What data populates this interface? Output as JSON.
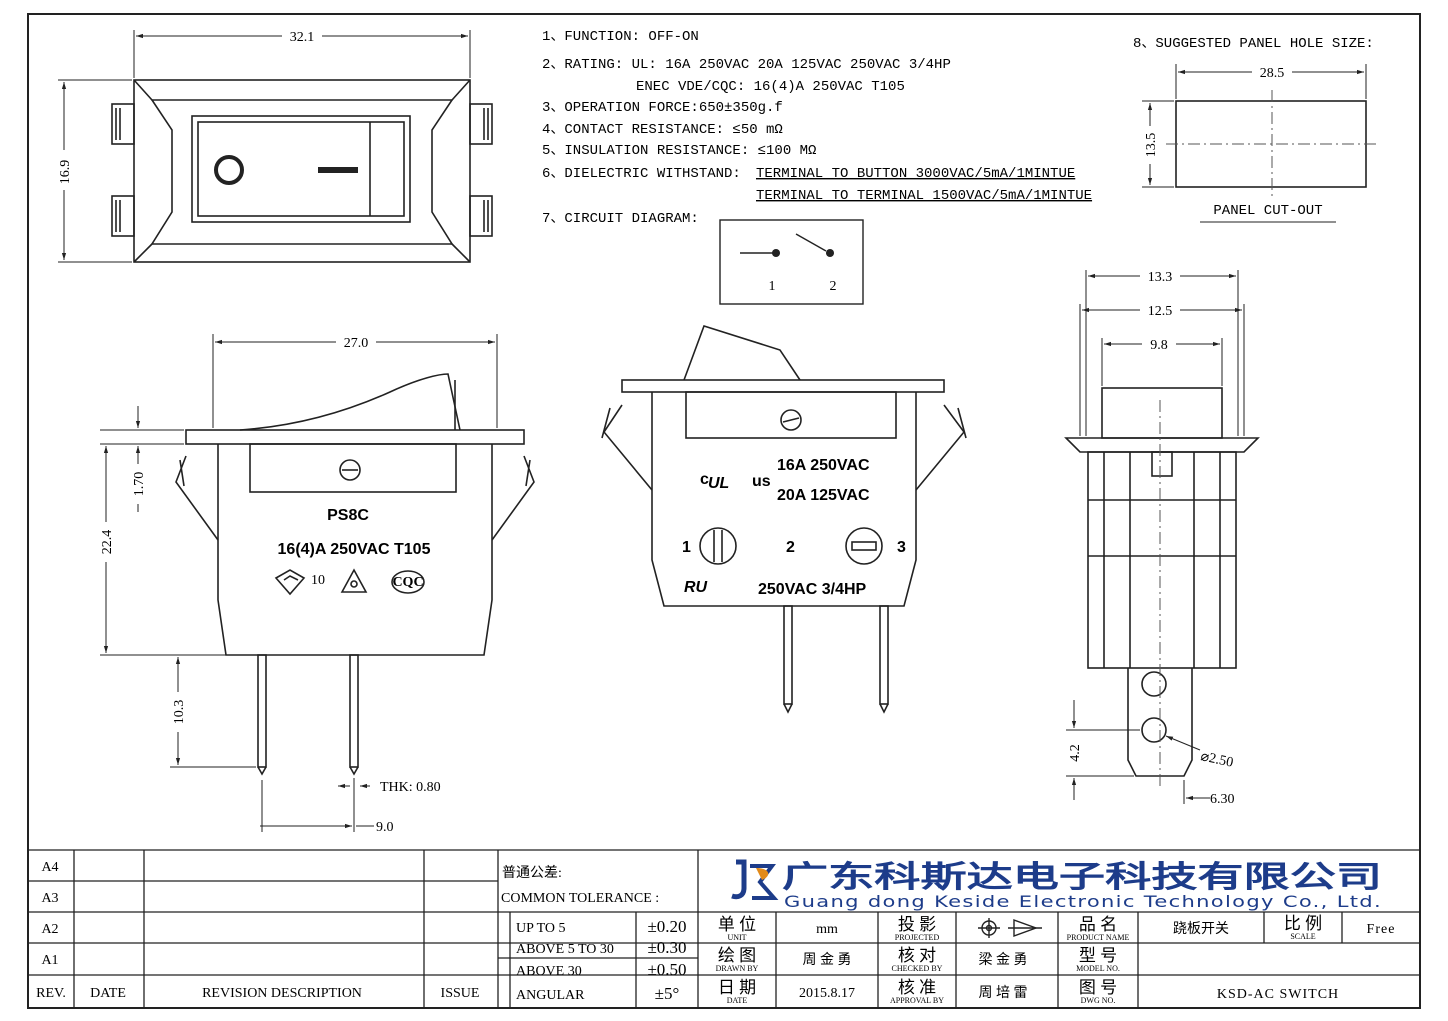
{
  "specs": {
    "l1": "1、FUNCTION:   OFF-ON",
    "l2": "2、RATING:   UL: 16A 250VAC    20A 125VAC   250VAC 3/4HP",
    "l2b": "ENEC VDE/CQC: 16(4)A 250VAC T105",
    "l3": "3、OPERATION FORCE:650±350g.f",
    "l4": "4、CONTACT RESISTANCE:   ≤50 mΩ",
    "l5": "5、INSULATION RESISTANCE:   ≤100 MΩ",
    "l6": "6、DIELECTRIC WITHSTAND:",
    "l6a": "TERMINAL TO BUTTON 3000VAC/5mA/1MINTUE",
    "l6b": "TERMINAL TO TERMINAL 1500VAC/5mA/1MINTUE",
    "l7": "7、CIRCUIT DIAGRAM:",
    "l8": "8、SUGGESTED PANEL HOLE SIZE:"
  },
  "circuit": {
    "t1": "1",
    "t2": "2"
  },
  "panel": {
    "w": "28.5",
    "h": "13.5",
    "caption": "PANEL CUT-OUT"
  },
  "top_view": {
    "w": "32.1",
    "h": "16.9"
  },
  "front_view": {
    "w": "27.0",
    "h1": "1.70",
    "h2": "22.4",
    "pin": "10.3",
    "thk": "THK: 0.80",
    "pitch": "9.0",
    "model": "PS8C",
    "rating": "16(4)A 250VAC T105",
    "mark_enec": "10",
    "mark_cqc": "CQC"
  },
  "rear_view": {
    "r1": "16A 250VAC",
    "r2": "20A 125VAC",
    "r3": "250VAC 3/4HP",
    "c": "c",
    "us": "us",
    "n1": "1",
    "n2": "2",
    "n3": "3"
  },
  "side_view": {
    "w1": "13.3",
    "w2": "12.5",
    "w3": "9.8",
    "h": "4.2",
    "hole": "⌀2.50",
    "t": "6.30"
  },
  "title_block": {
    "revs": [
      "A4",
      "A3",
      "A2",
      "A1"
    ],
    "rev": "REV.",
    "date": "DATE",
    "desc": "REVISION DESCRIPTION",
    "issue": "ISSUE",
    "tol_cn": "普通公差:",
    "tol_en": "COMMON TOLERANCE :",
    "tol": [
      {
        "range": "UP TO 5",
        "val": "±0.20"
      },
      {
        "range": "ABOVE 5 TO 30",
        "val": "±0.30"
      },
      {
        "range": "ABOVE 30",
        "val": "±0.50"
      },
      {
        "range": "ANGULAR",
        "val": "±5°"
      }
    ],
    "company_cn": "广东科斯达电子科技有限公司",
    "company_en": "Guang dong Keside  Electronic Technology Co., Ltd.",
    "unit_cn": "单 位",
    "unit_en": "UNIT",
    "unit_val": "mm",
    "proj_cn": "投 影",
    "proj_en": "PROJECTED",
    "pname_cn": "品 名",
    "pname_en": "PRODUCT NAME",
    "pname_val": "跷板开关",
    "scale_cn": "比 例",
    "scale_en": "SCALE",
    "scale_val": "Free",
    "drawn_cn": "绘 图",
    "drawn_en": "DRAWN BY",
    "drawn_val": "周 金 勇",
    "check_cn": "核 对",
    "check_en": "CHECKED BY",
    "check_val": "梁 金 勇",
    "model_cn": "型 号",
    "model_en": "MODEL NO.",
    "date_cn": "日 期",
    "date_en": "DATE",
    "date_val": "2015.8.17",
    "appr_cn": "核 准",
    "appr_en": "APPROVAL BY",
    "appr_val": "周 培 雷",
    "dwg_cn": "图 号",
    "dwg_en": "DWG NO.",
    "dwg_val": "KSD-AC SWITCH"
  }
}
